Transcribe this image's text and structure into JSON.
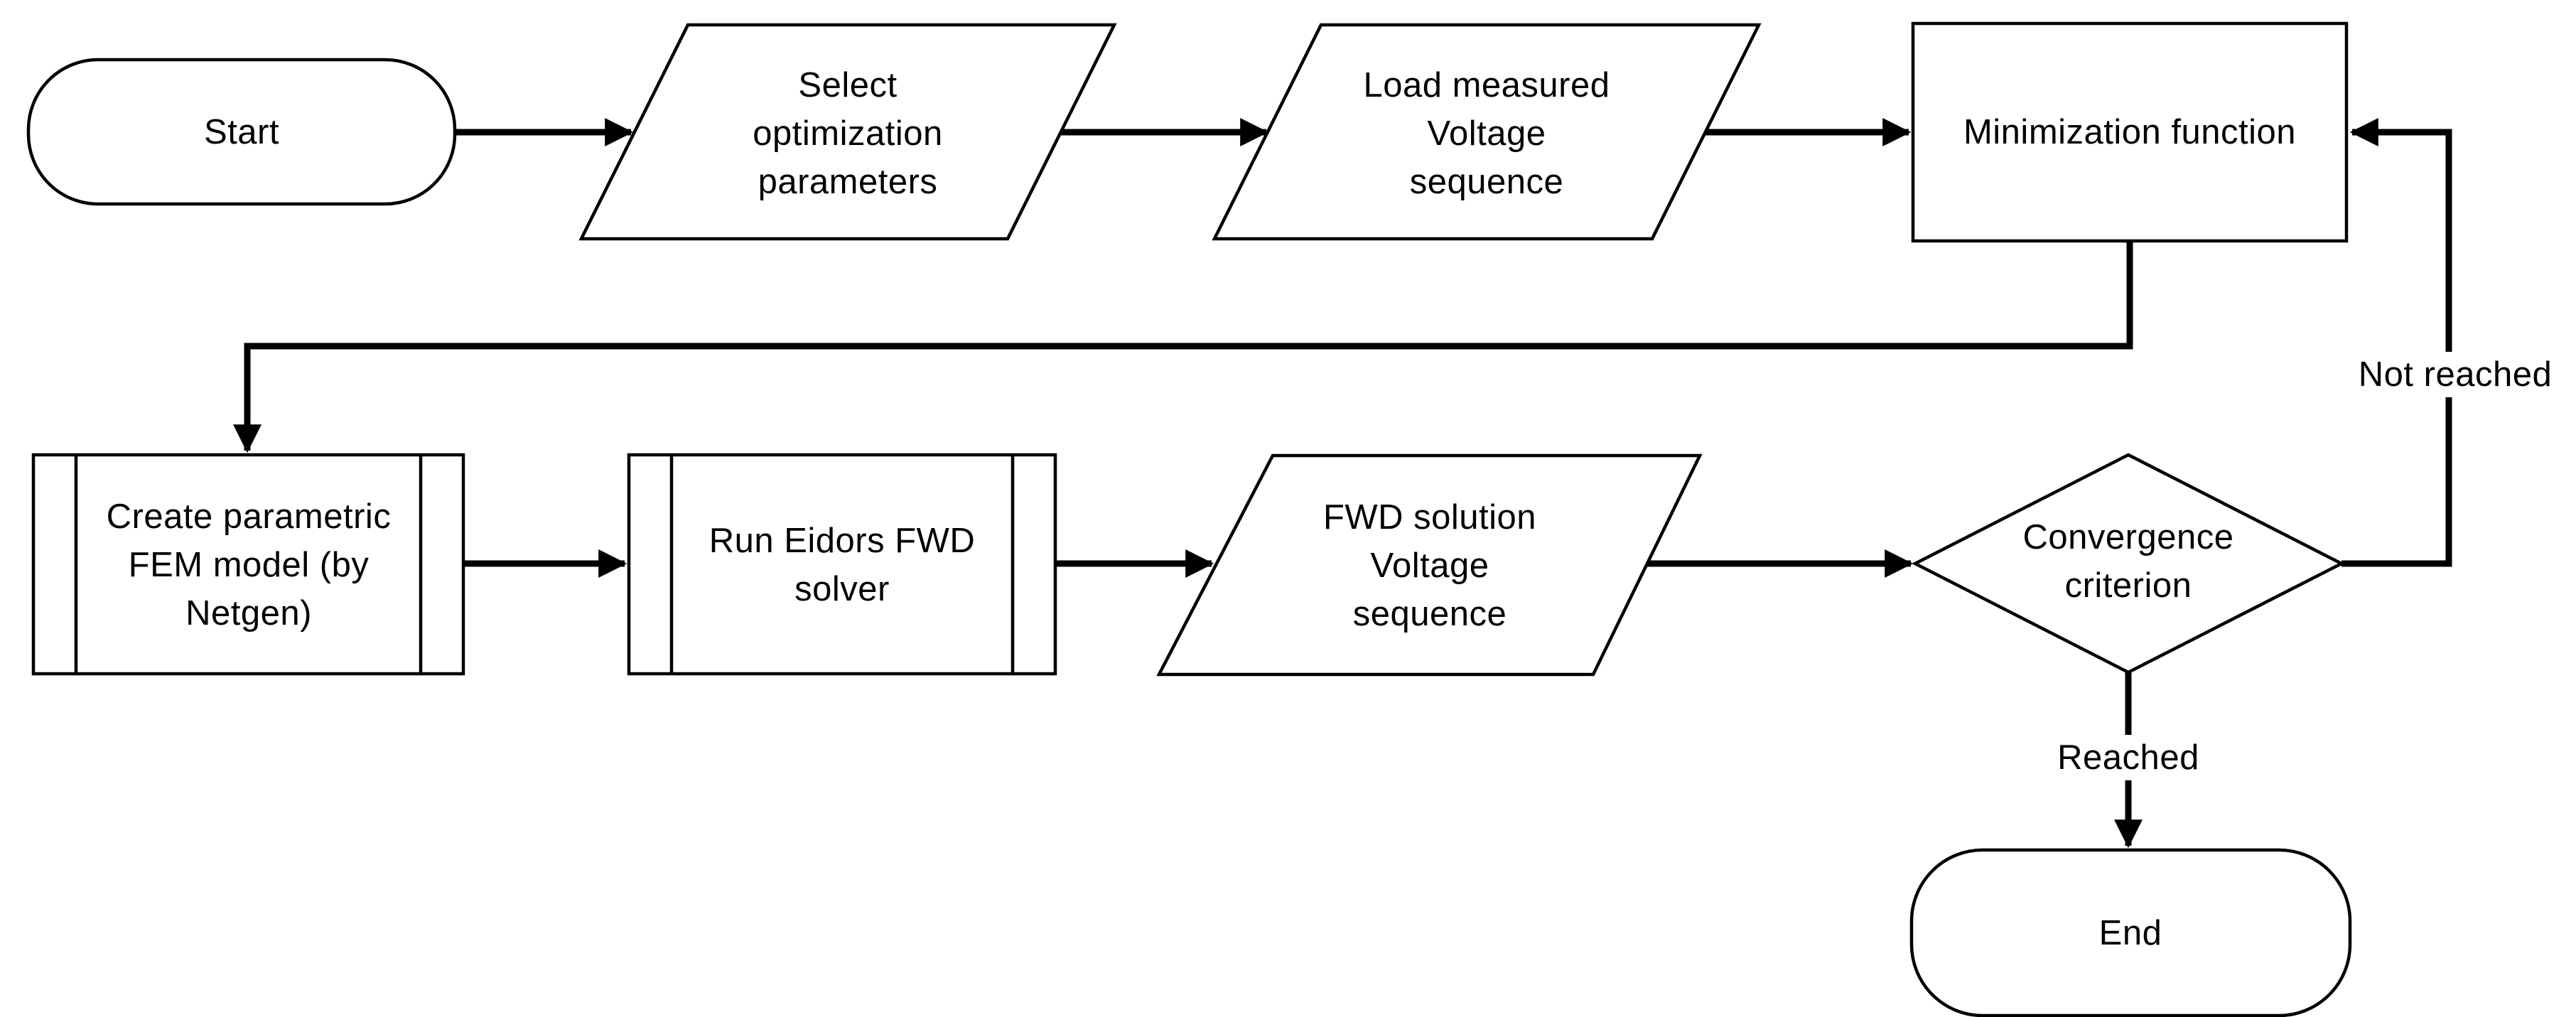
{
  "diagram": {
    "type": "flowchart",
    "colors": {
      "background": "#ffffff",
      "stroke": "#000000",
      "text": "#000000",
      "node_fill": "#ffffff"
    },
    "nodes": {
      "start": {
        "type": "terminator",
        "label": "Start"
      },
      "select": {
        "type": "data-io",
        "label": "Select\noptimization\nparameters"
      },
      "load": {
        "type": "data-io",
        "label": "Load measured\nVoltage\nsequence"
      },
      "minimization": {
        "type": "process",
        "label": "Minimization function"
      },
      "create_fem": {
        "type": "predefined-process",
        "label": "Create parametric\nFEM model (by\nNetgen)"
      },
      "run_solver": {
        "type": "predefined-process",
        "label": "Run Eidors FWD\nsolver"
      },
      "fwd_solution": {
        "type": "data-io",
        "label": "FWD solution\nVoltage\nsequence"
      },
      "convergence": {
        "type": "decision",
        "label": "Convergence\ncriterion"
      },
      "end": {
        "type": "terminator",
        "label": "End"
      }
    },
    "edge_labels": {
      "not_reached": "Not reached",
      "reached": "Reached"
    }
  }
}
